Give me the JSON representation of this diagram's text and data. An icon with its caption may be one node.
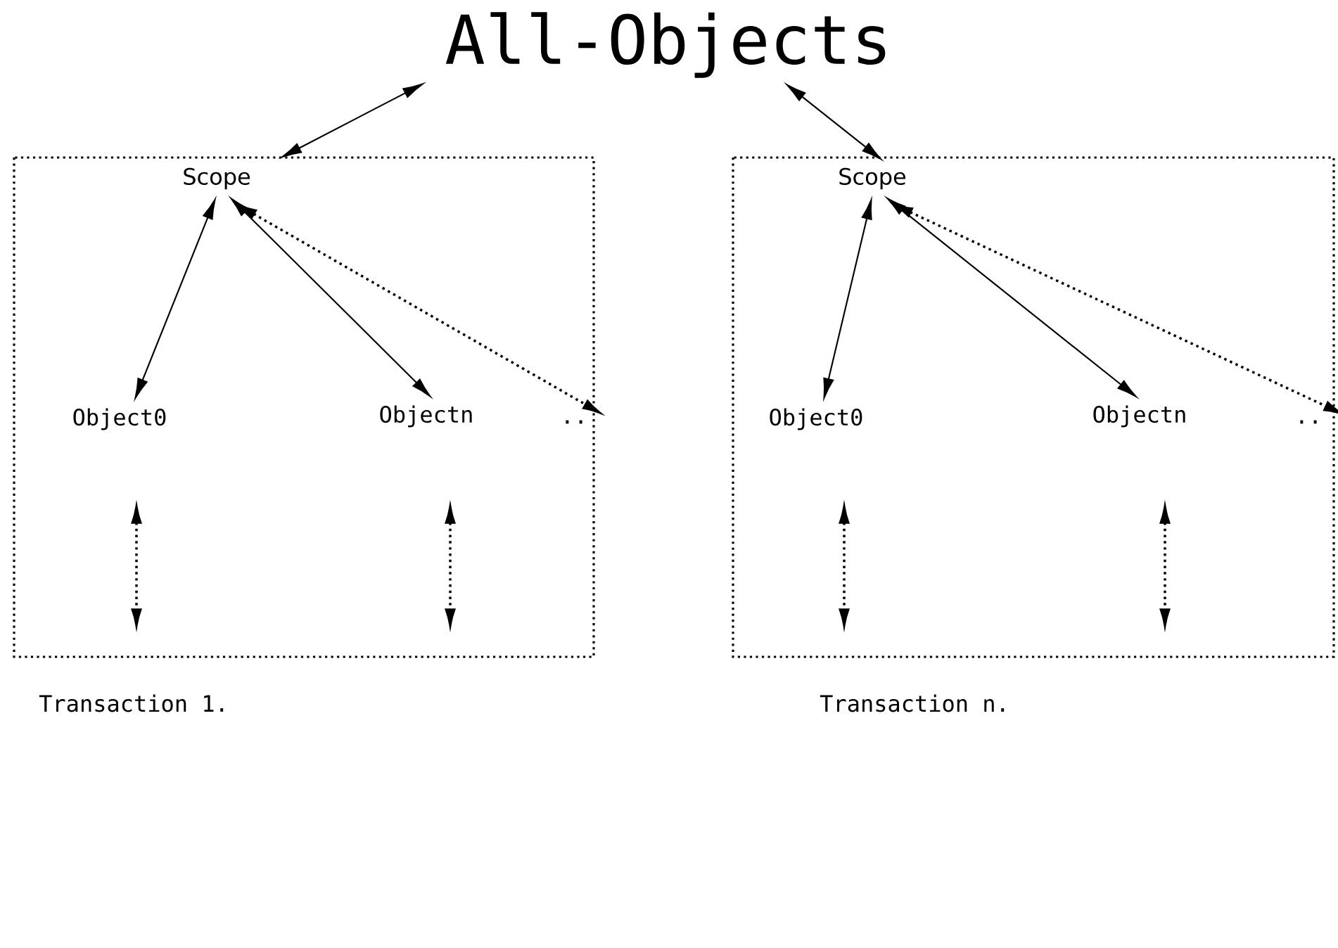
{
  "diagram": {
    "nodes": [
      {
        "text": [
          "All-Objects"
        ]
      },
      {
        "text": [
          "Transaction 1."
        ]
      },
      {
        "text": [
          "Scope"
        ],
        "in": 1
      },
      {
        "text": [
          "Object0"
        ],
        "in": 1
      },
      {
        "text": [
          "Objectn"
        ],
        "in": 1
      },
      {
        "text": [
          ".."
        ],
        "in": 1
      },
      {
        "text": [
          "Transaction n."
        ]
      },
      {
        "text": [
          "Scope"
        ],
        "in": 6
      },
      {
        "text": [
          "Object0"
        ],
        "in": 6
      },
      {
        "text": [
          "Objectn"
        ],
        "in": 6
      },
      {
        "text": [
          ".."
        ],
        "in": 6
      }
    ],
    "edges": [
      {
        "from": 0,
        "to": 2,
        "arrow": "both"
      },
      {
        "from": 0,
        "to": 7,
        "arrow": "both"
      },
      {
        "from": 2,
        "to": 3,
        "arrow": "both"
      },
      {
        "from": 2,
        "to": 4,
        "arrow": "both"
      },
      {
        "from": 2,
        "to": 5,
        "arrow": "both",
        "style": "dashed"
      },
      {
        "from": 7,
        "to": 8,
        "arrow": "both"
      },
      {
        "from": 7,
        "to": 9,
        "arrow": "both"
      },
      {
        "from": 7,
        "to": 10,
        "arrow": "both",
        "style": "dashed"
      }
    ]
  }
}
